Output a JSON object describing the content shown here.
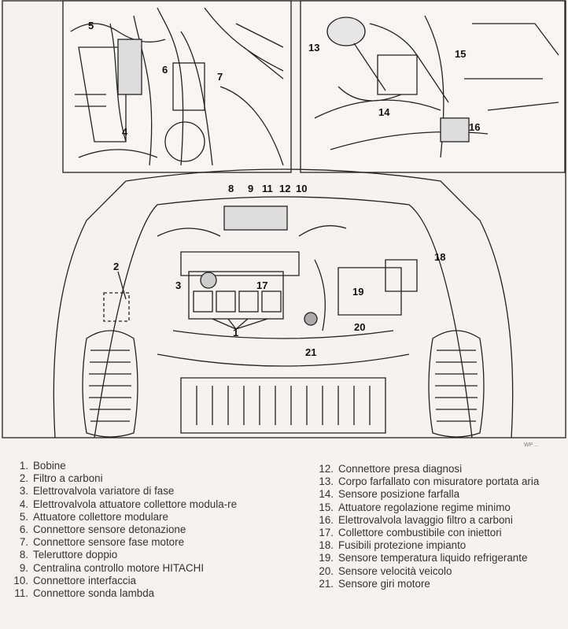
{
  "callouts": {
    "c1": "1",
    "c2": "2",
    "c3": "3",
    "c4": "4",
    "c5": "5",
    "c6": "6",
    "c7": "7",
    "c8": "8",
    "c9": "9",
    "c10": "10",
    "c11": "11",
    "c12": "12",
    "c13": "13",
    "c14": "14",
    "c15": "15",
    "c16": "16",
    "c17": "17",
    "c18": "18",
    "c19": "19",
    "c20": "20",
    "c21": "21"
  },
  "figure_code": "WP ...",
  "legend_left": [
    {
      "n": "1.",
      "t": "Bobine"
    },
    {
      "n": "2.",
      "t": "Filtro a carboni"
    },
    {
      "n": "3.",
      "t": "Elettrovalvola variatore di fase"
    },
    {
      "n": "4.",
      "t": "Elettrovalvola attuatore collettore modula-re"
    },
    {
      "n": "5.",
      "t": "Attuatore collettore modulare"
    },
    {
      "n": "6.",
      "t": "Connettore sensore detonazione"
    },
    {
      "n": "7.",
      "t": "Connettore sensore fase motore"
    },
    {
      "n": "8.",
      "t": "Teleruttore doppio"
    },
    {
      "n": "9.",
      "t": "Centralina controllo motore HITACHI"
    },
    {
      "n": "10.",
      "t": "Connettore interfaccia"
    },
    {
      "n": "11.",
      "t": "Connettore sonda lambda"
    }
  ],
  "legend_right": [
    {
      "n": "12.",
      "t": "Connettore presa diagnosi"
    },
    {
      "n": "13.",
      "t": "Corpo farfallato con misuratore portata aria"
    },
    {
      "n": "14.",
      "t": "Sensore posizione farfalla"
    },
    {
      "n": "15.",
      "t": "Attuatore regolazione regime minimo"
    },
    {
      "n": "16.",
      "t": "Elettrovalvola lavaggio filtro a carboni"
    },
    {
      "n": "17.",
      "t": "Collettore combustibile con iniettori"
    },
    {
      "n": "18.",
      "t": "Fusibili protezione impianto"
    },
    {
      "n": "19.",
      "t": "Sensore temperatura liquido refrigerante"
    },
    {
      "n": "20.",
      "t": "Sensore velocità veicolo"
    },
    {
      "n": "21.",
      "t": "Sensore giri motore"
    }
  ]
}
